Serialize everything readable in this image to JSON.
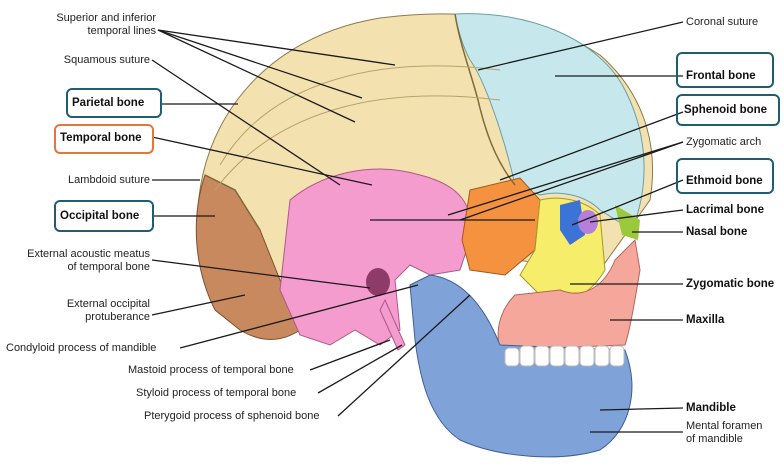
{
  "labels": {
    "superior_inferior_temporal_lines": [
      "Superior and inferior",
      "temporal lines"
    ],
    "squamous_suture": "Squamous suture",
    "parietal_bone": "Parietal bone",
    "temporal_bone": "Temporal bone",
    "lambdoid_suture": "Lambdoid suture",
    "occipital_bone": "Occipital bone",
    "external_acoustic_meatus": [
      "External acoustic meatus",
      "of temporal bone"
    ],
    "external_occipital_protuberance": [
      "External occipital",
      "protuberance"
    ],
    "condyloid_process": "Condyloid process of mandible",
    "mastoid_process": "Mastoid process of temporal bone",
    "styloid_process": "Styloid process of temporal bone",
    "pterygoid_process": "Pterygoid process of sphenoid bone",
    "coronal_suture": "Coronal suture",
    "frontal_bone": "Frontal bone",
    "sphenoid_bone": "Sphenoid bone",
    "zygomatic_arch": "Zygomatic arch",
    "ethmoid_bone": "Ethmoid bone",
    "lacrimal_bone": "Lacrimal bone",
    "nasal_bone": "Nasal bone",
    "zygomatic_bone": "Zygomatic bone",
    "maxilla": "Maxilla",
    "mandible": "Mandible",
    "mental_foramen": [
      "Mental foramen",
      "of mandible"
    ]
  },
  "colors": {
    "parietal": "#f3e2b0",
    "frontal": "#c6e8ec",
    "temporal": "#f59ccf",
    "occipital": "#c9895f",
    "sphenoid": "#f5923f",
    "zygomatic": "#f6ee6a",
    "maxilla": "#f4a79a",
    "mandible": "#7fa2d8",
    "ethmoid": "#3b73d6",
    "lacrimal": "#b67fd9",
    "nasal": "#9ac93b",
    "highlight_box": "#1f5d72",
    "highlight_box_alt": "#e8743b"
  }
}
